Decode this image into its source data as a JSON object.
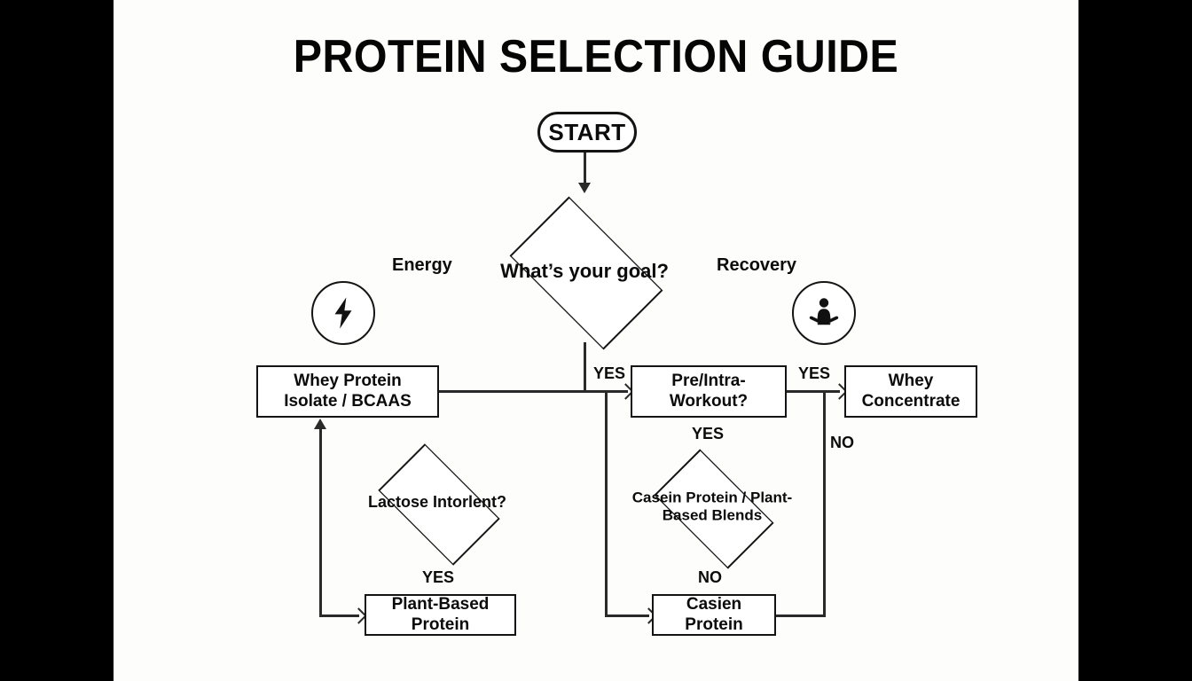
{
  "page": {
    "title": "PROTEIN SELECTION GUIDE",
    "background_color": "#fdfdfb",
    "letterbox_color": "#000000",
    "stroke_color": "#141414",
    "text_color": "#0b0b0b"
  },
  "nodes": {
    "start": {
      "label": "START",
      "shape": "pill"
    },
    "goal": {
      "label": "What’s your goal?",
      "shape": "diamond"
    },
    "whey_isolate": {
      "label": "Whey Protein Isolate / BCAAS",
      "shape": "box"
    },
    "pre_intra": {
      "label": "Pre/Intra-Workout?",
      "shape": "box"
    },
    "whey_concentrate": {
      "label": "Whey Concentrate",
      "shape": "box"
    },
    "lactose": {
      "label": "Lactose Intorlent?",
      "shape": "diamond"
    },
    "casein_blends": {
      "label": "Casein Protein / Plant-Based Blends",
      "shape": "diamond"
    },
    "plant_based": {
      "label": "Plant-Based Protein",
      "shape": "box"
    },
    "casien": {
      "label": "Casien Protein",
      "shape": "box"
    }
  },
  "branch_labels": {
    "energy": "Energy",
    "recovery": "Recovery"
  },
  "icons": {
    "energy": "lightning-bolt-icon",
    "recovery": "meditation-icon"
  },
  "edge_labels": {
    "goal_to_pre_yes": "YES",
    "pre_to_concentrate_yes": "YES",
    "pre_to_concentrate_no": "NO",
    "pre_to_casein_yes": "YES",
    "casein_to_casien_no": "NO",
    "lactose_yes": "YES"
  },
  "chart_data": {
    "type": "diagram",
    "title": "PROTEIN SELECTION GUIDE",
    "nodes": [
      {
        "id": "start",
        "label": "START",
        "shape": "pill"
      },
      {
        "id": "goal",
        "label": "What’s your goal?",
        "shape": "diamond"
      },
      {
        "id": "whey_isolate",
        "label": "Whey Protein Isolate / BCAAS",
        "shape": "box"
      },
      {
        "id": "pre_intra",
        "label": "Pre/Intra-Workout?",
        "shape": "box"
      },
      {
        "id": "whey_concentrate",
        "label": "Whey Concentrate",
        "shape": "box"
      },
      {
        "id": "lactose",
        "label": "Lactose Intorlent?",
        "shape": "diamond"
      },
      {
        "id": "casein_blends",
        "label": "Casein Protein / Plant-Based Blends",
        "shape": "diamond"
      },
      {
        "id": "plant_based",
        "label": "Plant-Based Protein",
        "shape": "box"
      },
      {
        "id": "casien",
        "label": "Casien Protein",
        "shape": "box"
      }
    ],
    "edges": [
      {
        "from": "start",
        "to": "goal",
        "label": ""
      },
      {
        "from": "goal",
        "to": "whey_isolate",
        "label": "Energy"
      },
      {
        "from": "goal",
        "to": "pre_intra",
        "label": "YES"
      },
      {
        "from": "goal",
        "to": "recovery_icon",
        "label": "Recovery"
      },
      {
        "from": "pre_intra",
        "to": "whey_concentrate",
        "label": "YES"
      },
      {
        "from": "whey_concentrate",
        "to": "casien",
        "label": "NO"
      },
      {
        "from": "pre_intra",
        "to": "casein_blends",
        "label": "YES"
      },
      {
        "from": "casein_blends",
        "to": "casien",
        "label": "NO"
      },
      {
        "from": "lactose",
        "to": "plant_based",
        "label": "YES"
      },
      {
        "from": "plant_based",
        "to": "whey_isolate",
        "label": ""
      }
    ]
  }
}
